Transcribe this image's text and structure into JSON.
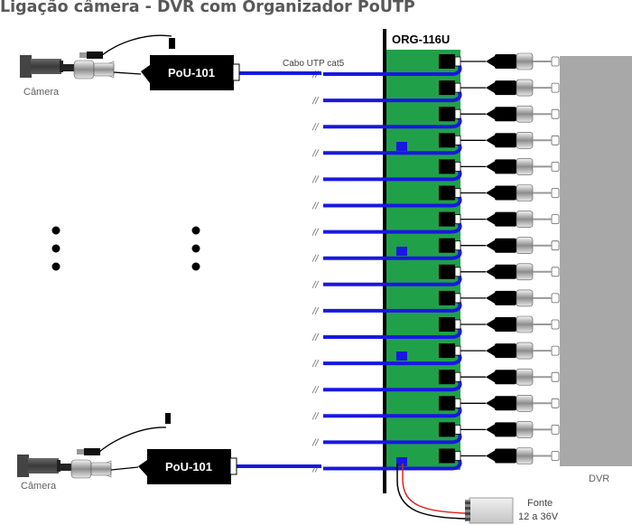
{
  "title": "Ligação câmera - DVR com Organizador PoUTP",
  "camera_top": {
    "label": "Câmera",
    "adapter_label": "PoU-101"
  },
  "camera_bottom": {
    "label": "Câmera",
    "adapter_label": "PoU-101"
  },
  "cable_label": "Cabo UTP cat5",
  "organizer_label": "ORG-116U",
  "organizer_ports": 16,
  "dvr_label": "DVR",
  "power_supply": {
    "line1": "Fonte",
    "line2": "12 a 36V"
  },
  "colors": {
    "cable": "#1818e0",
    "board": "#21a04a",
    "dvr": "#a8a8a8",
    "adapter": "#000000",
    "title": "#585858"
  }
}
